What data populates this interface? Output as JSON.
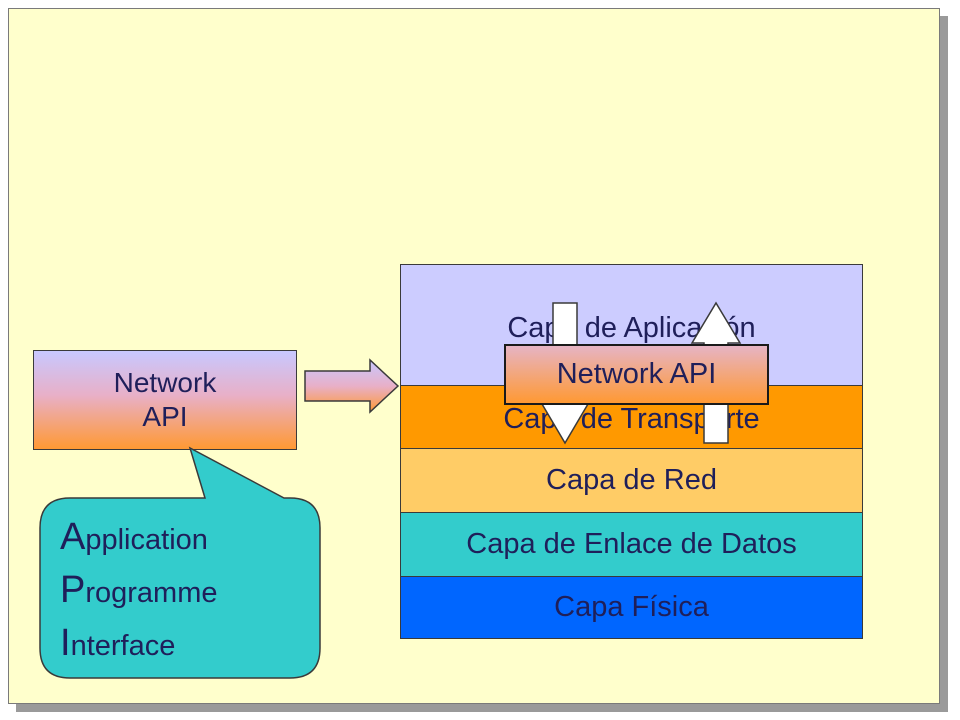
{
  "api_box": {
    "line1": "Network",
    "line2": "API"
  },
  "layers": {
    "application": "Capa de Aplicación",
    "transport": "Capa de Transporte",
    "network": "Capa de Red",
    "data_link": "Capa de Enlace de Datos",
    "physical": "Capa Física"
  },
  "network_api_label": "Network API",
  "callout": {
    "line1": {
      "initial": "A",
      "rest": "pplication"
    },
    "line2": {
      "initial": "P",
      "rest": "rogramme"
    },
    "line3": {
      "initial": "I",
      "rest": "nterface"
    }
  },
  "colors": {
    "background": "#ffffcc",
    "application_layer": "#ccccff",
    "transport_layer": "#ff9900",
    "network_layer": "#ffcc66",
    "data_link_layer": "#33cccc",
    "physical_layer": "#0066ff",
    "callout": "#33cccc",
    "text": "#1f1f5a"
  }
}
